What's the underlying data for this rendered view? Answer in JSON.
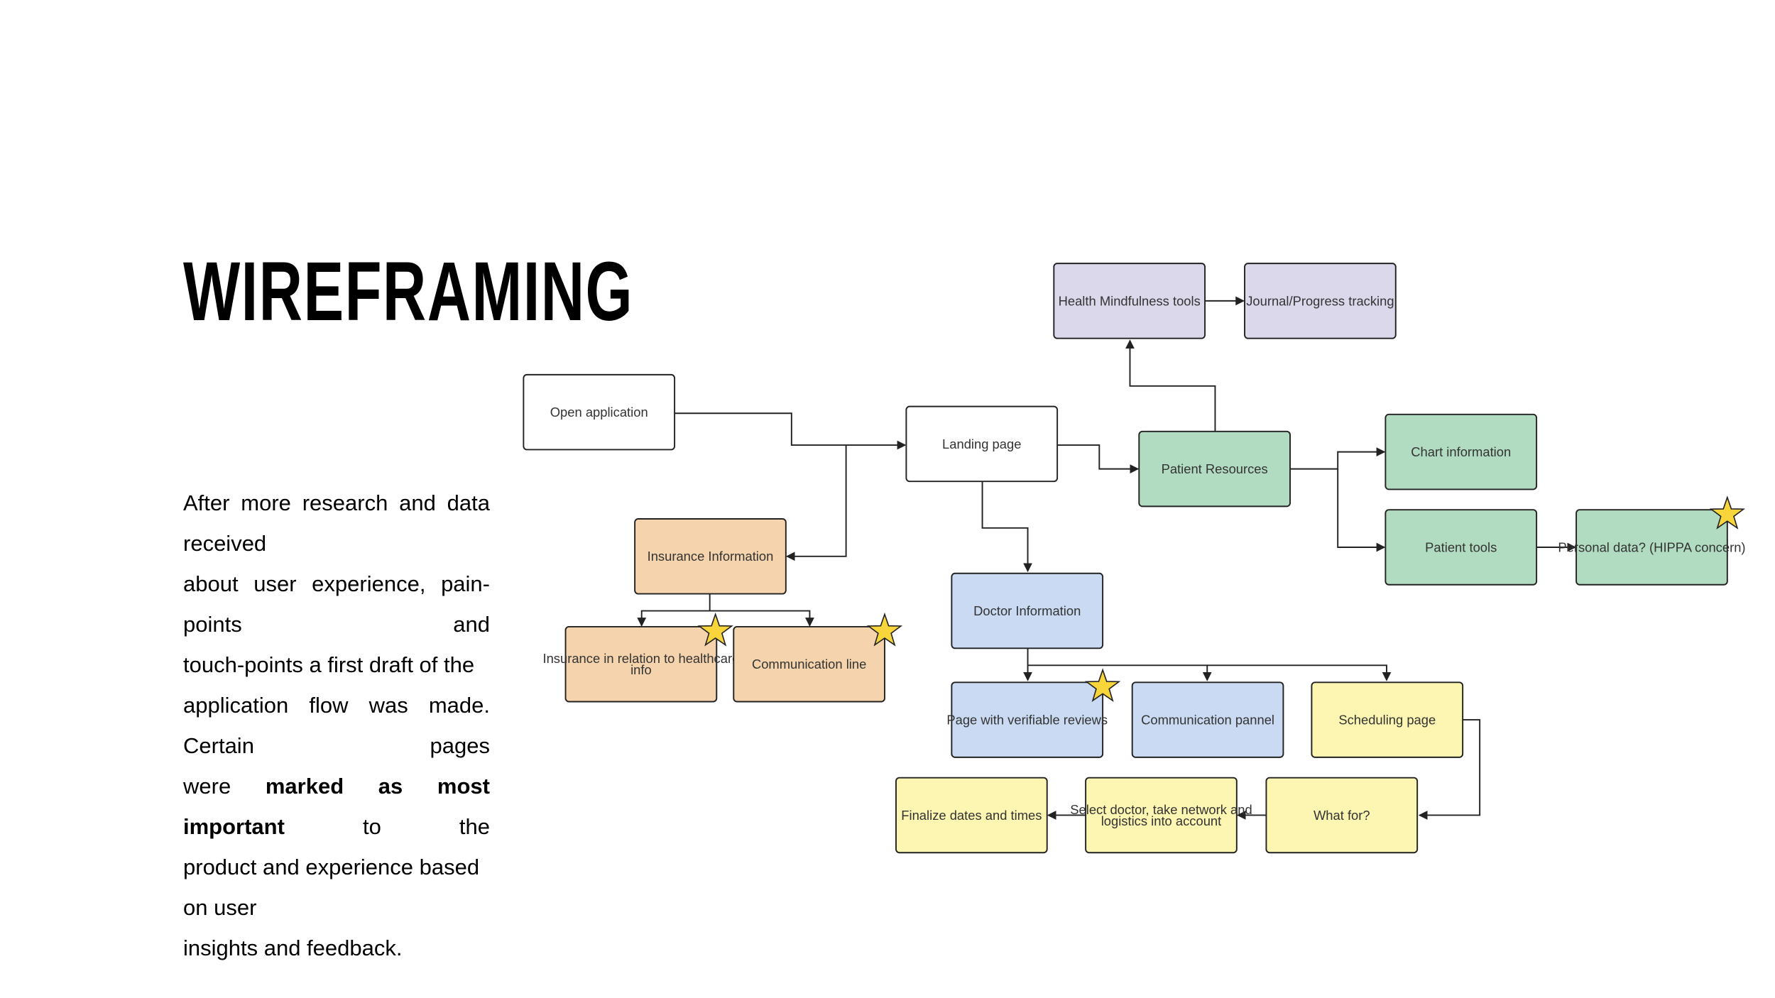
{
  "title": "WIREFRAMING",
  "description": {
    "line1": "After more research and data received",
    "line2": "about user experience, pain-points and",
    "line3": "touch-points a first draft of the",
    "line4": "application flow was made. Certain pages",
    "line5_pre": "were ",
    "line5_bold": "marked as most important",
    "line5_post": " to the",
    "line6": "product and experience based on user",
    "line7": "insights and feedback."
  },
  "colors": {
    "white_node": "#ffffff",
    "purple_node": "#dcd8ec",
    "green_node": "#b2dcc2",
    "orange_node": "#f5d4ad",
    "blue_node": "#c9daf2",
    "yellow_node": "#fdf5b2",
    "star": "#f7d53b",
    "stroke": "#222222"
  },
  "nodes": {
    "open_application": "Open application",
    "landing_page": "Landing page",
    "health_mindfulness": "Health Mindfulness tools",
    "journal_progress": "Journal/Progress tracking",
    "patient_resources": "Patient Resources",
    "chart_information": "Chart information",
    "patient_tools": "Patient tools",
    "personal_data": "Personal data? (HIPPA concern)",
    "insurance_information": "Insurance Information",
    "insurance_healthcare_1": "Insurance in relation to healthcare",
    "insurance_healthcare_2": "info",
    "communication_line": "Communication line",
    "doctor_information": "Doctor Information",
    "verifiable_reviews": "Page with verifiable reviews",
    "communication_pannel": "Communication pannel",
    "scheduling_page": "Scheduling page",
    "what_for": "What for?",
    "select_doctor_1": "Select doctor, take network and",
    "select_doctor_2": "logistics into account",
    "finalize_dates": "Finalize dates and times"
  },
  "starred_nodes": [
    "personal_data",
    "insurance_healthcare",
    "communication_line",
    "verifiable_reviews"
  ]
}
